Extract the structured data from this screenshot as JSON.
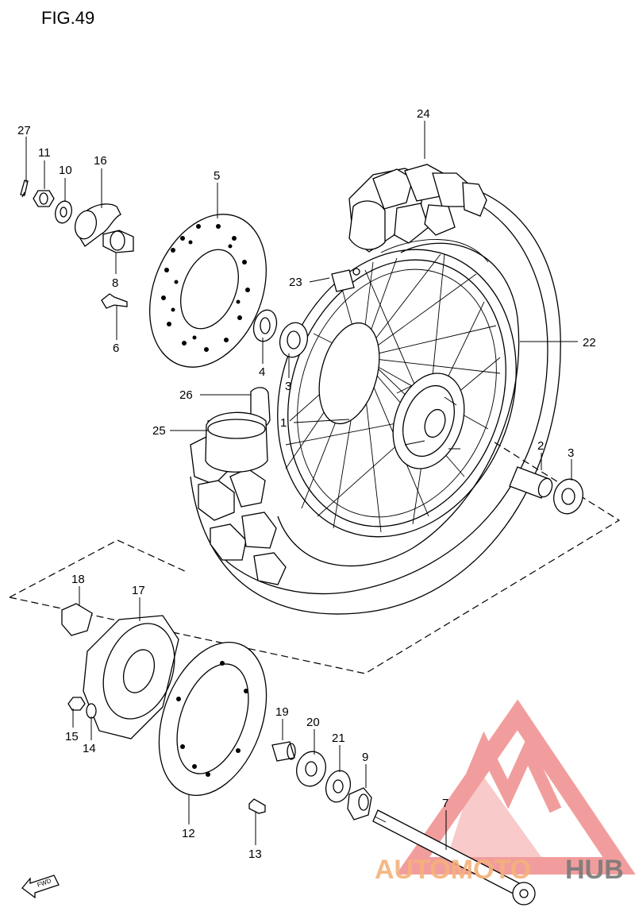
{
  "figure": {
    "title": "FIG.49"
  },
  "parts": [
    {
      "num": "27"
    },
    {
      "num": "11"
    },
    {
      "num": "10"
    },
    {
      "num": "16"
    },
    {
      "num": "5"
    },
    {
      "num": "24"
    },
    {
      "num": "8"
    },
    {
      "num": "23"
    },
    {
      "num": "6"
    },
    {
      "num": "4"
    },
    {
      "num": "3"
    },
    {
      "num": "22"
    },
    {
      "num": "26"
    },
    {
      "num": "1"
    },
    {
      "num": "25"
    },
    {
      "num": "2"
    },
    {
      "num": "3"
    },
    {
      "num": "18"
    },
    {
      "num": "17"
    },
    {
      "num": "15"
    },
    {
      "num": "14"
    },
    {
      "num": "19"
    },
    {
      "num": "20"
    },
    {
      "num": "21"
    },
    {
      "num": "9"
    },
    {
      "num": "7"
    },
    {
      "num": "12"
    },
    {
      "num": "13"
    }
  ],
  "watermark": {
    "text_a": "AUTOMOTO",
    "text_b": "HUB",
    "color_logo": "#f08c8c",
    "color_text_a": "#f5b27a",
    "color_text_b": "#7a7a7a"
  },
  "fwd_badge": {
    "label": "FWD",
    "icon": "forward-arrow-icon"
  }
}
